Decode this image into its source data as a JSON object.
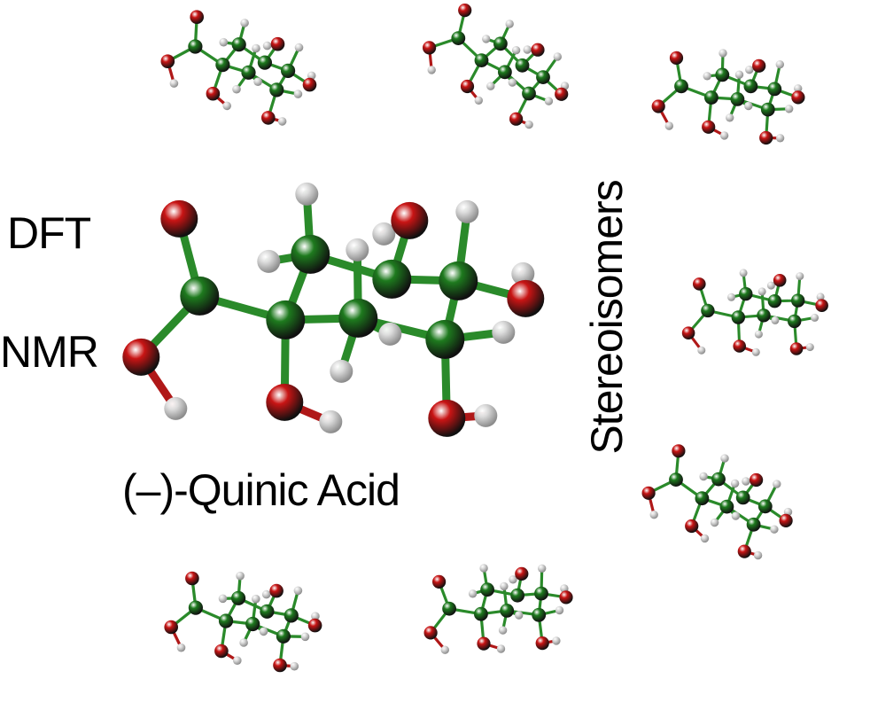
{
  "labels": {
    "dft": "DFT",
    "nmr": "NMR",
    "main_molecule": "(–)-Quinic Acid",
    "stereoisomers": "Stereoisomers"
  },
  "atom_colors": {
    "carbon": "#1e7a1e",
    "oxygen": "#c81414",
    "hydrogen": "#dcdcdc",
    "bond": "#2a8a2a"
  },
  "molecules": [
    {
      "name": "main-molecule",
      "role": "(–)-Quinic Acid"
    },
    {
      "name": "stereoisomer-1"
    },
    {
      "name": "stereoisomer-2"
    },
    {
      "name": "stereoisomer-3"
    },
    {
      "name": "stereoisomer-4"
    },
    {
      "name": "stereoisomer-5"
    },
    {
      "name": "stereoisomer-6"
    },
    {
      "name": "stereoisomer-7"
    }
  ]
}
